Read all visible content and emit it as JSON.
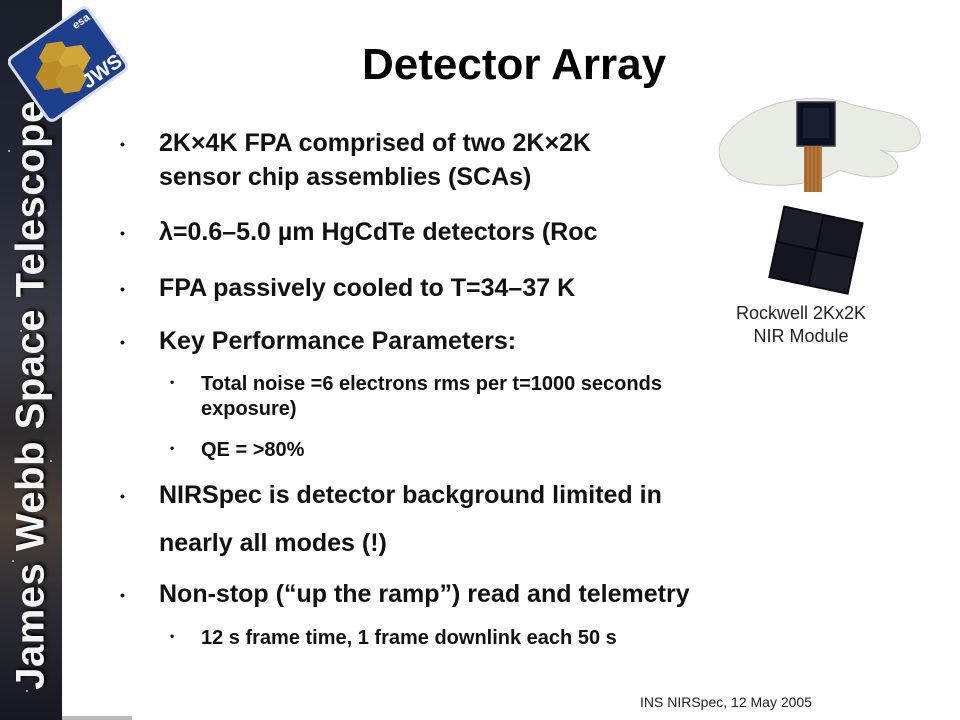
{
  "banner": {
    "text": "James Webb Space Telescope"
  },
  "logo": {
    "esa_text": "esa",
    "jwst_text": "JWST"
  },
  "title": "Detector Array",
  "image": {
    "caption_line1": "Rockwell 2Kx2K",
    "caption_line2": "NIR Module"
  },
  "bullets": [
    {
      "line1": "2K×4K FPA comprised of two 2K×2K",
      "line2": "sensor chip assemblies (SCAs)"
    },
    {
      "line1": "λ=0.6–5.0 µm HgCdTe detectors (Roc"
    },
    {
      "line1": "FPA passively cooled to T=34–37 K"
    },
    {
      "line1": "Key Performance Parameters:"
    },
    {
      "line1": "NIRSpec is detector background limited in",
      "line2": "nearly all modes (!)"
    },
    {
      "line1": "Non-stop (“up the ramp”) read and telemetry"
    }
  ],
  "sub_bullets": [
    {
      "line1": "Total noise =6 electrons rms per t=1000 seconds",
      "line2": "exposure)"
    },
    {
      "line1": "QE = >80%"
    },
    {
      "line1": "12 s frame time, 1 frame downlink each 50 s"
    }
  ],
  "bullet_glyph": "•",
  "footer": "INS NIRSpec, 12 May 2005"
}
